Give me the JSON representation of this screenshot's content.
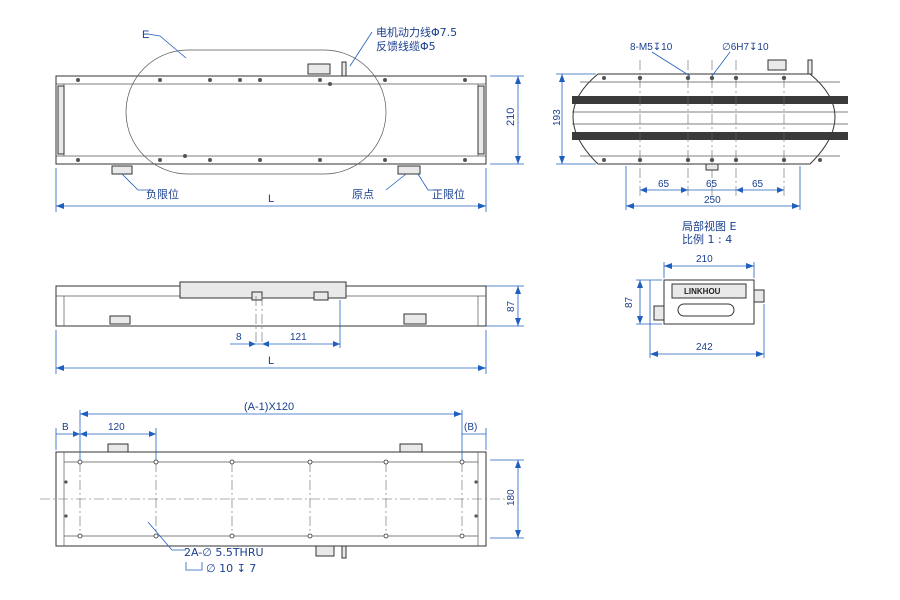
{
  "labels": {
    "detail_ref": "E",
    "motor_cable": "电机动力线Φ7.5",
    "encoder_cable": "反馈线缆Φ5",
    "neg_limit": "负限位",
    "origin": "原点",
    "pos_limit": "正限位",
    "length": "L",
    "length2": "L",
    "height_front": "210",
    "detail_title": "局部视图 E",
    "detail_scale": "比例 1 : 4",
    "hole_spec_1": "8-M5↧10",
    "hole_spec_2": "∅6H7↧10",
    "detail_height": "193",
    "detail_pitch_1": "65",
    "detail_pitch_2": "65",
    "detail_pitch_3": "65",
    "detail_width": "250",
    "side_height": "87",
    "offset_8": "8",
    "offset_121": "121",
    "end_width": "210",
    "end_height": "87",
    "end_total": "242",
    "brand": "LINKHOU",
    "pitch_formula": "(A-1)X120",
    "dim_b": "B",
    "dim_b_paren": "(B)",
    "pitch_120": "120",
    "width_180": "180",
    "thru_hole": "2A-∅ 5.5THRU",
    "counterbore": "∅ 10 ↧ 7"
  }
}
